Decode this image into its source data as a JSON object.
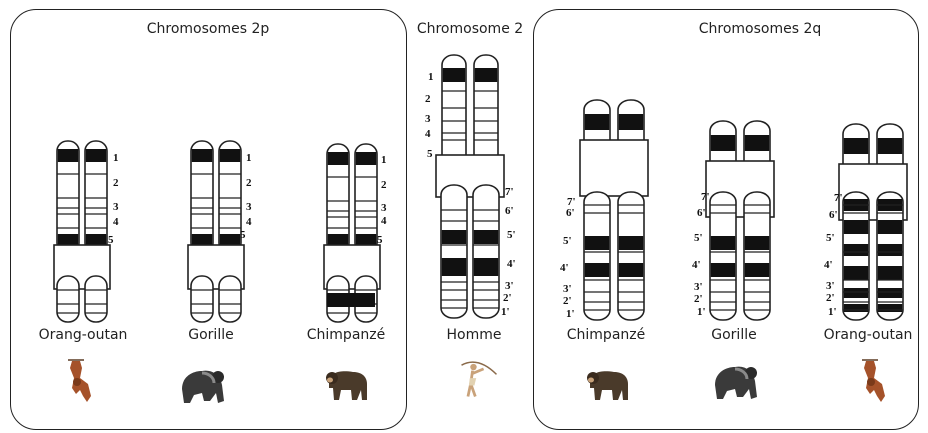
{
  "panels": {
    "left_title": "Chromosomes 2p",
    "center_title": "Chromosome 2",
    "right_title": "Chromosomes 2q"
  },
  "band_labels_p": [
    "1",
    "2",
    "3",
    "4",
    "5"
  ],
  "band_labels_q": [
    "7'",
    "6'",
    "5'",
    "4'",
    "3'",
    "2'",
    "1'"
  ],
  "species": {
    "left": [
      "Orang-outan",
      "Gorille",
      "Chimpanzé"
    ],
    "center": "Homme",
    "right": [
      "Chimpanzé",
      "Gorille",
      "Orang-outan"
    ]
  },
  "icons": {
    "orangutan": "orangutan-icon",
    "gorilla": "gorilla-icon",
    "chimpanzee": "chimpanzee-icon",
    "human": "human-archer-icon"
  },
  "colors": {
    "band": "#111111",
    "outline": "#222222",
    "orangutan": "#a5522a",
    "gorilla": "#3a3a3a",
    "chimpanzee": "#4a3a2a",
    "human": "#c9a27a"
  }
}
